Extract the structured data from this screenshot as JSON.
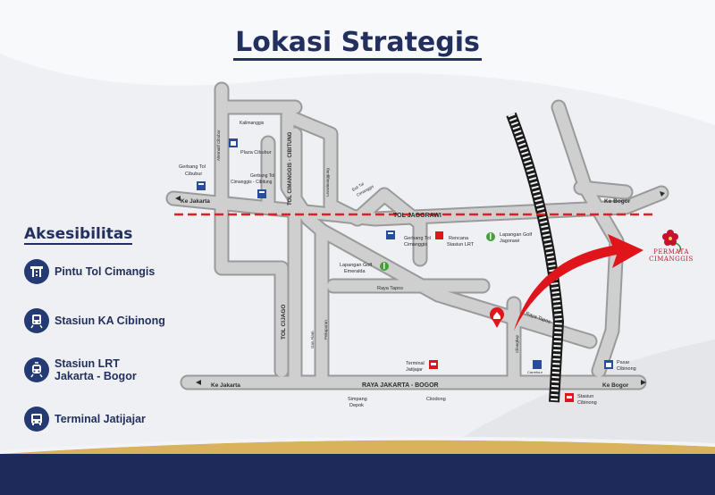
{
  "title": "Lokasi Strategis",
  "accessibility": {
    "heading": "Aksesibilitas",
    "items": [
      {
        "label": "Pintu Tol Cimangis",
        "icon": "toll-road-icon"
      },
      {
        "label": "Stasiun KA Cibinong",
        "icon": "train-icon"
      },
      {
        "label": "Stasiun LRT Jakarta - Bogor",
        "icon": "lrt-train-icon"
      },
      {
        "label": "Terminal Jatijajar",
        "icon": "bus-icon"
      }
    ]
  },
  "map": {
    "roads": {
      "tol_jagorawi": "TOL JAGORAWI",
      "raya_jakarta_bogor": "RAYA JAKARTA - BOGOR",
      "tol_cimanggis_cibitung": "TOL CIMANGGIS - CIBITUNG",
      "tol_cijago": "TOL CIJAGO",
      "raya_tapos_1": "Raya Tapos",
      "raya_tapos_2": "Raya Tapos",
      "alternatif_cibubur": "Alternatif Cibubur",
      "kalimanggis": "Kalimanggis",
      "leuwinanggung": "Leuwinanggung",
      "gas_alam": "Gas Alam",
      "pekapuran": "Pekapuran",
      "cilangkap": "Cilangkap",
      "ke_jakarta_top": "Ke Jakarta",
      "ke_jakarta_bottom": "Ke Jakarta",
      "ke_bogor_top": "Ke Bogor",
      "ke_bogor_bottom": "Ke Bogor"
    },
    "places": {
      "plaza_cibubur": "Plaza Cibubur",
      "gerbang_tol_cibubur": [
        "Gerbang Tol",
        "Cibubur"
      ],
      "gerbang_tol_cimanggis_cibitung": [
        "Gerbang Tol",
        "Cimanggis - Cibitung"
      ],
      "exit_tol_cimanggis": [
        "Exit Tol",
        "Cimanggis"
      ],
      "gerbang_tol_cimanggis": [
        "Gerbang Tol",
        "Cimanggis"
      ],
      "rencana_stasiun_lrt": [
        "Rencana",
        "Stasiun LRT"
      ],
      "lapangan_golf_jagorawi": [
        "Lapangan Golf",
        "Jagorawi"
      ],
      "lapangan_golf_emeralda": [
        "Lapangan Golf",
        "Emeralda"
      ],
      "terminal_jatijajar": [
        "Terminal",
        "Jatijajar"
      ],
      "pasar_cibinong": [
        "Pasar",
        "Cibinong"
      ],
      "stasiun_cibinong": [
        "Stasiun",
        "Cibinong"
      ],
      "carrefour": "Carrefour",
      "simpang_depok": [
        "Simpang",
        "Depok"
      ],
      "ciiodong": "Ciiodong"
    },
    "logo": [
      "PERMATA",
      "CIMANGGIS"
    ],
    "colors": {
      "road": "#c7c7c7",
      "road_edge": "#9a9a9a",
      "dashed_line": "#e02020",
      "arrow": "#e0141b",
      "navy": "#23305f"
    }
  }
}
